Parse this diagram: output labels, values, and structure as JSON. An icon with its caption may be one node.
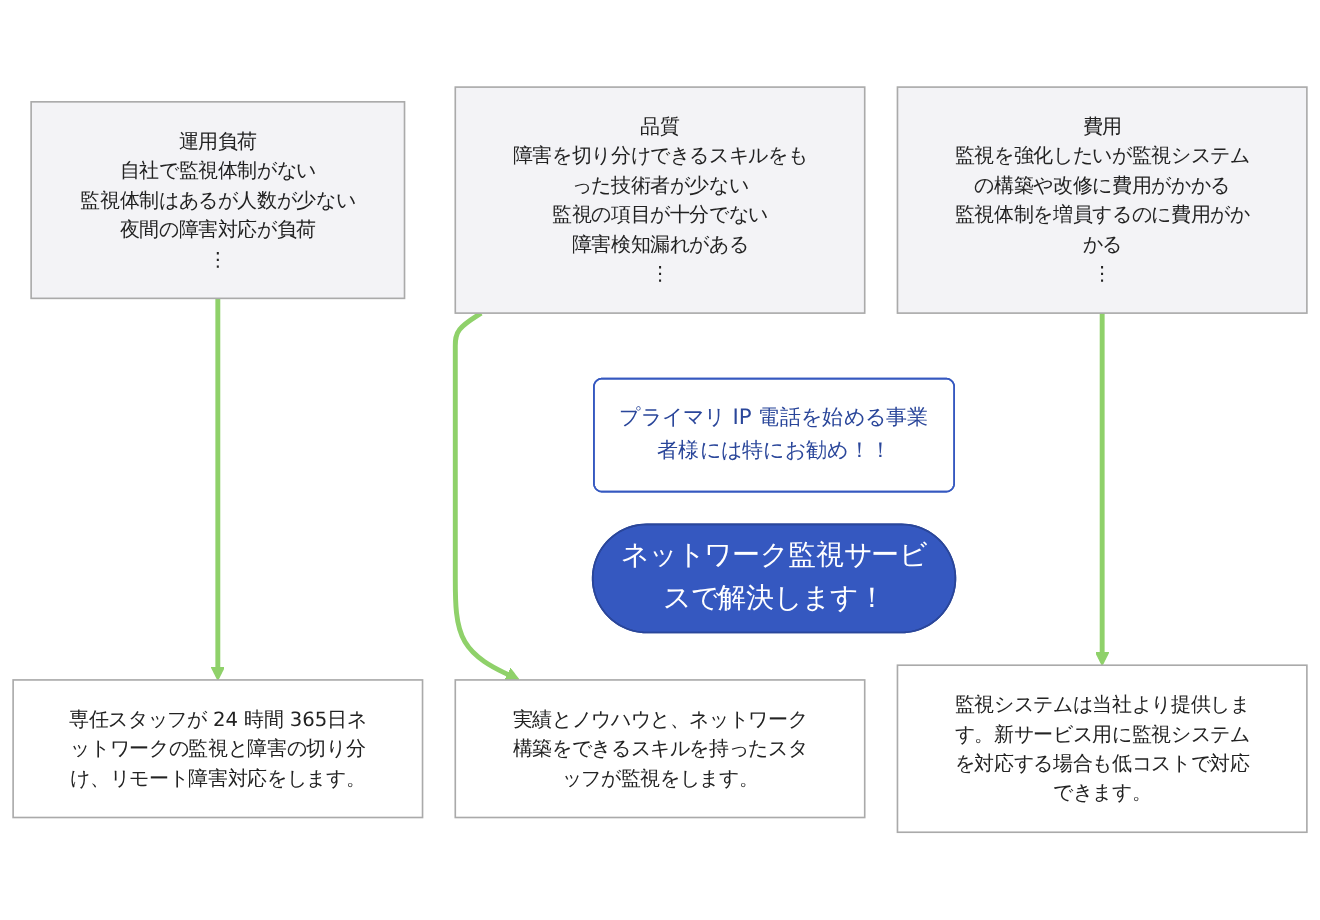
{
  "diagram": {
    "nodes": [
      {
        "text": [
          "運用負荷",
          "自社で監視体制がない",
          "監視体制はあるが人数が少ない",
          "夜間の障害対応が負荷",
          "⋮"
        ]
      },
      {
        "text": [
          "品質",
          "障害を切り分けできるスキルをもった技術者が少ない",
          "監視の項目が十分でない",
          "障害検知漏れがある",
          "⋮"
        ]
      },
      {
        "text": [
          "費用",
          "監視を強化したいが監視システムの構築や改修に費用がかかる",
          "監視体制を増員するのに費用がかかる",
          "⋮"
        ]
      },
      {
        "text": [
          "ネットワーク監視サービスで解決します！"
        ]
      },
      {
        "text": [
          "プライマリ IP 電話を始める事業者様には特にお勧め！！"
        ]
      },
      {
        "text": [
          "専任スタッフが 24 時間 365日ネットワークの監視と障害の切り分け、リモート障害対応をします。"
        ]
      },
      {
        "text": [
          "実績とノウハウと、ネットワーク構築をできるスキルを持ったスタッフが監視をします。"
        ]
      },
      {
        "text": [
          "監視システムは当社より提供します。新サービス用に監視システムを対応する場合も低コストで対応できます。"
        ]
      }
    ],
    "edges": [
      {
        "from": 0,
        "to": 5,
        "arrow": "to"
      },
      {
        "from": 1,
        "to": 6,
        "arrow": "to"
      },
      {
        "from": 2,
        "to": 7,
        "arrow": "to"
      }
    ]
  }
}
